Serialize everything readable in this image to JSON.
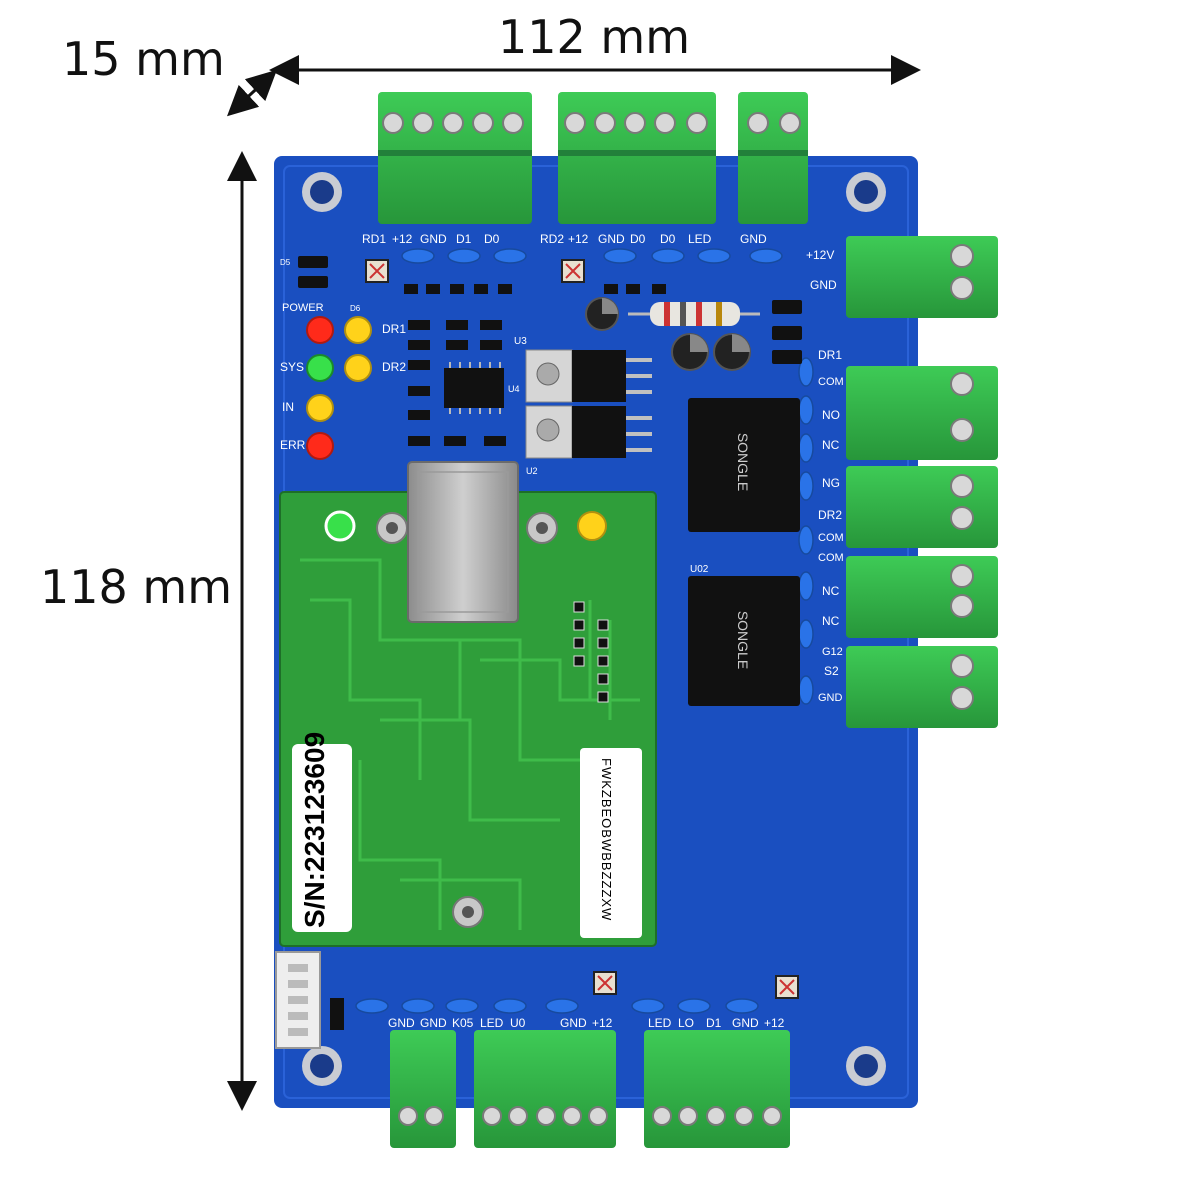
{
  "dimensions": {
    "depth": "15 mm",
    "width": "112 mm",
    "height": "118 mm"
  },
  "top_connectors": {
    "rd1": [
      "RD1",
      "+12",
      "GND",
      "D1",
      "D0"
    ],
    "rd2": [
      "RD2",
      "+12",
      "GND",
      "D0",
      "D0",
      "LED"
    ],
    "third": [
      "GND"
    ]
  },
  "led_labels": {
    "power": "POWER",
    "sys": "SYS",
    "in": "IN",
    "err": "ERR",
    "dr1": "DR1",
    "dr2": "DR2"
  },
  "right_labels": {
    "plus12v": "+12V",
    "gnd": "GND",
    "dr1": "DR1",
    "com1": "COM",
    "no1": "NO",
    "nc1": "NC",
    "ng": "NG",
    "dr2": "DR2",
    "com2": "COM",
    "com3": "COM",
    "nc2": "NC",
    "nc3": "NC",
    "g12": "G12",
    "s2": "S2",
    "gnd2": "GND"
  },
  "chip_labels": {
    "u3": "U3",
    "u4": "U4",
    "u2": "U2",
    "u02": "U02",
    "d6": "D6",
    "d5": "D5"
  },
  "bottom_labels": [
    "GND",
    "GND",
    "K05",
    "LED",
    "U0",
    "GND",
    "+12",
    "LED",
    "LO",
    "D1",
    "GND",
    "+12"
  ],
  "serial_number": "S/N:223123609",
  "barcode_text": "FWKZBEOBWBBZZZXW",
  "relay_text": "SONGLE",
  "colors": {
    "pcb_blue": "#1a4fc0",
    "module_green": "#2f9e3a",
    "terminal_green": "#33b24a",
    "led_red": "#ff2a1a",
    "led_green": "#38e04a",
    "led_yellow": "#ffd21a"
  }
}
